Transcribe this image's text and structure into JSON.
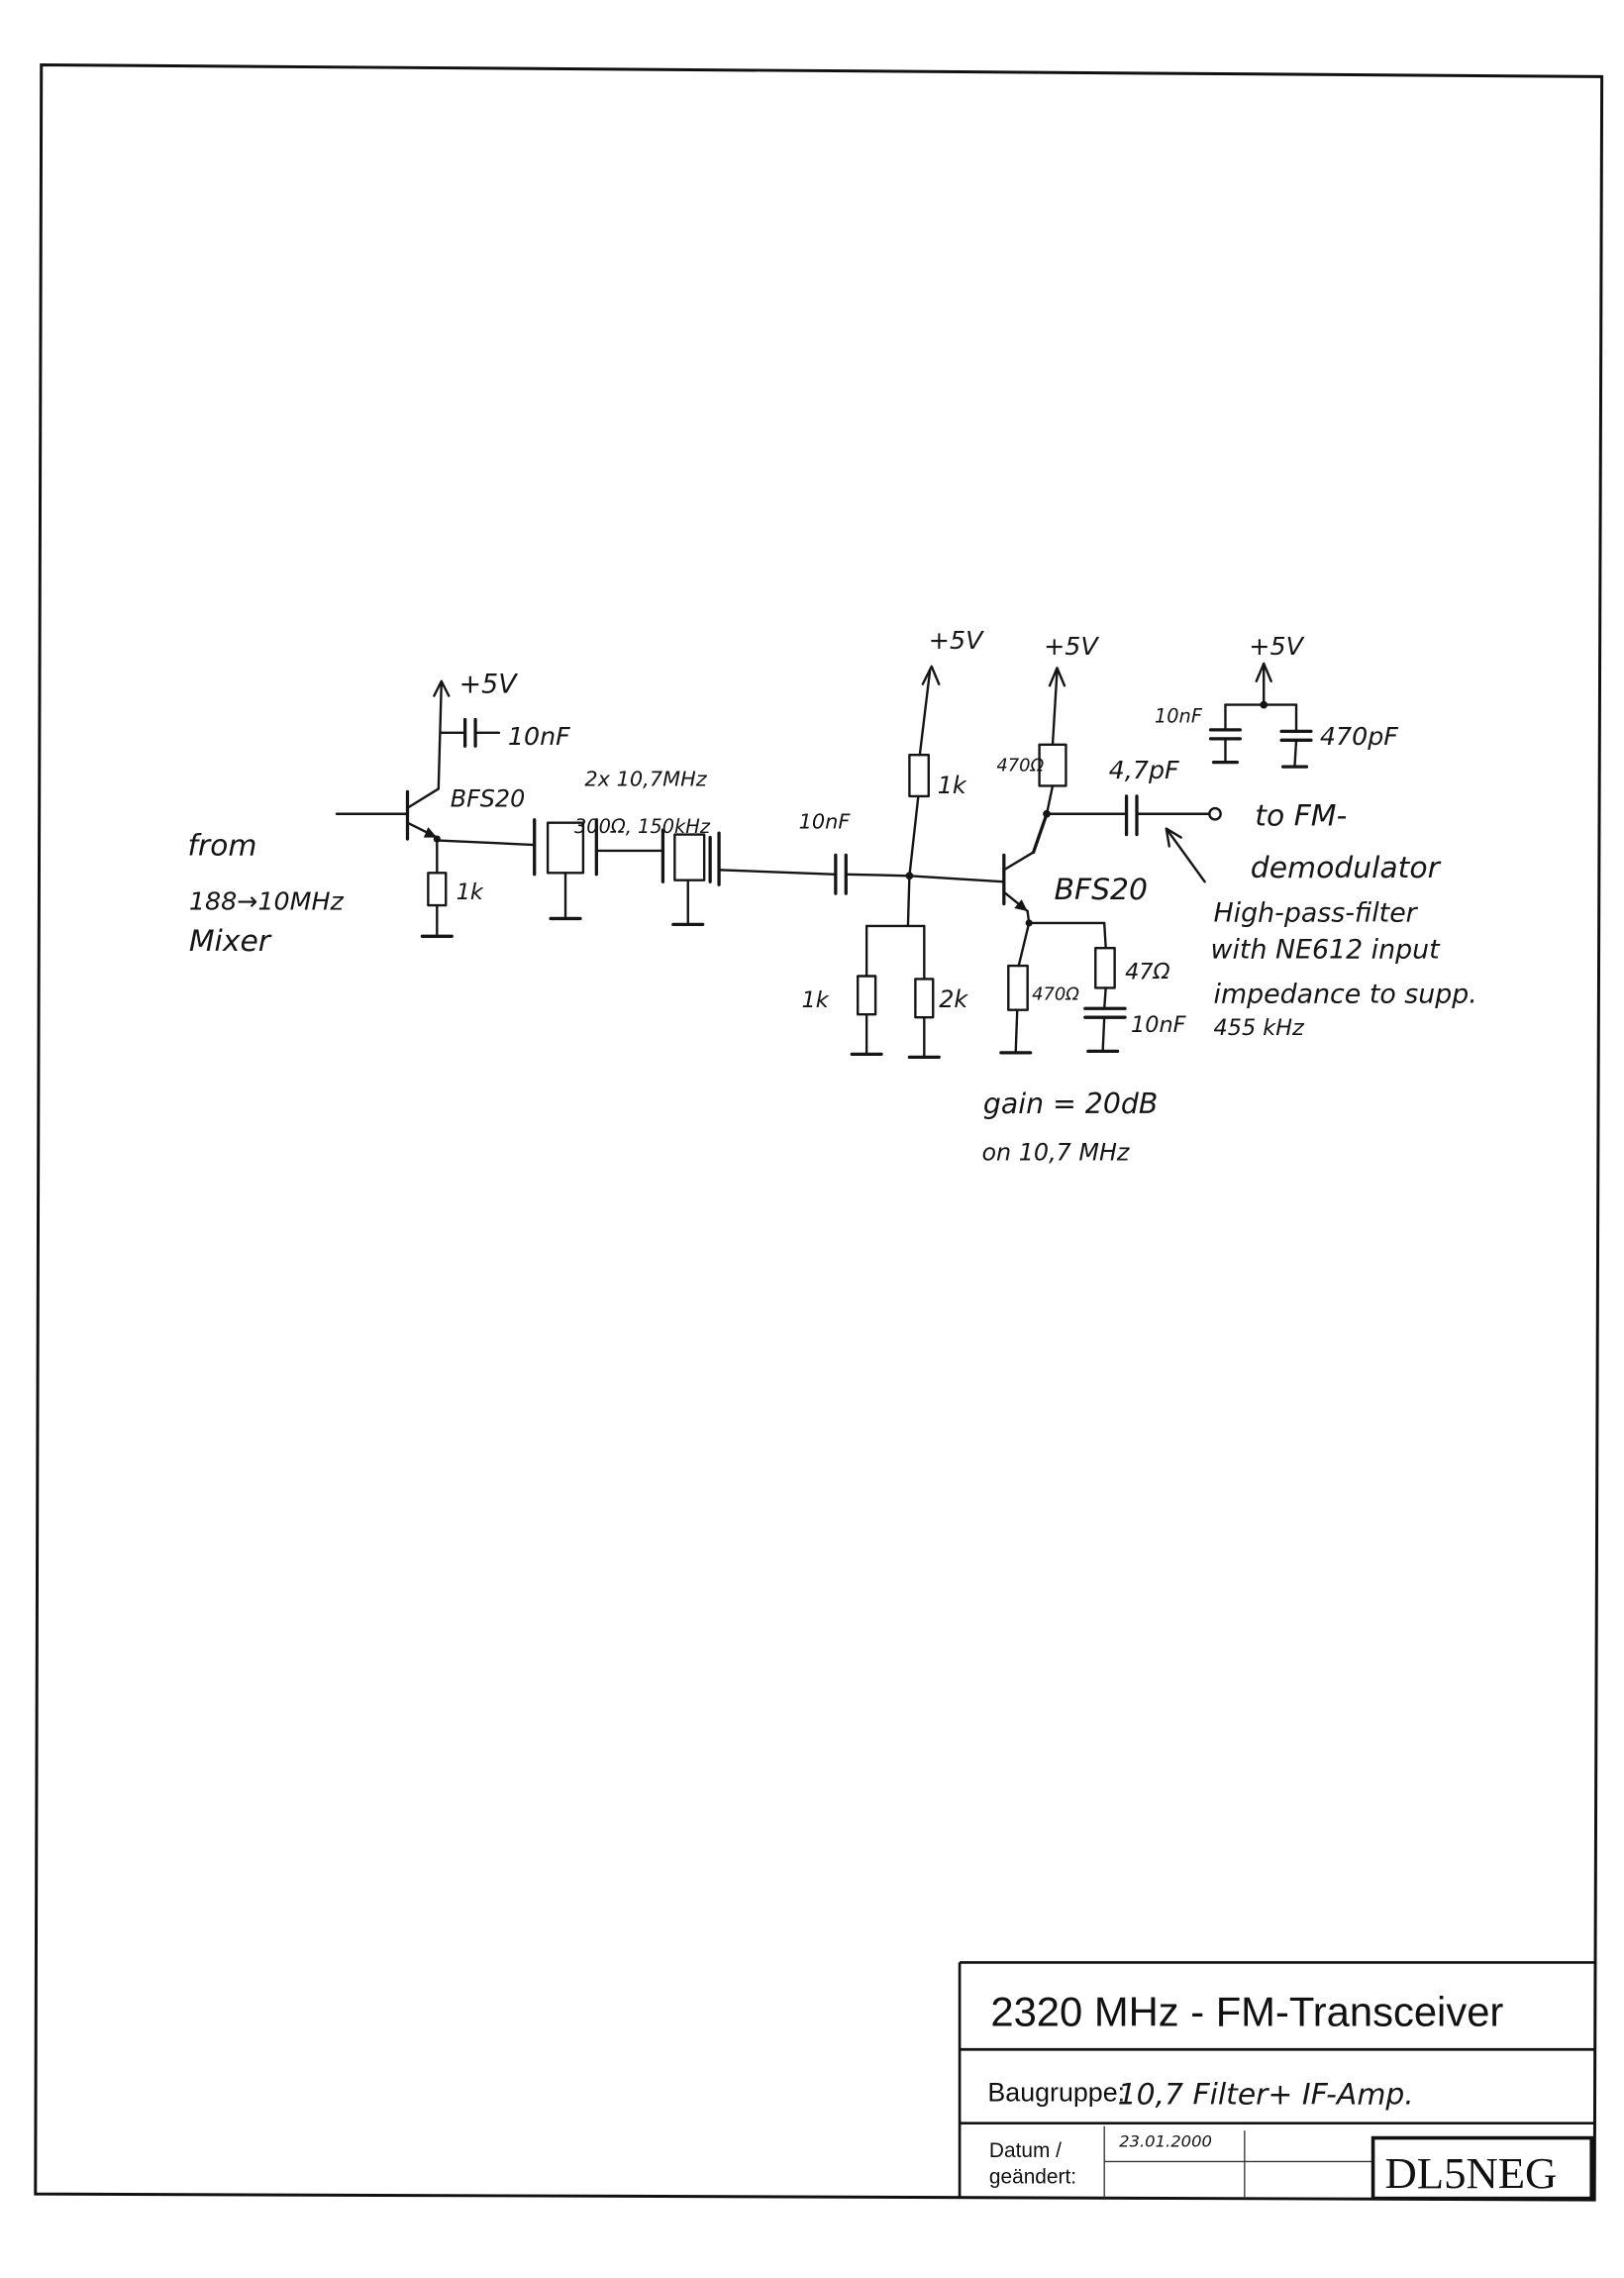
{
  "sheet": {
    "title": "2320 MHz - FM-Transceiver",
    "assembly_label": "Baugruppe:",
    "assembly_value": "10,7 Filter+ IF-Amp.",
    "date_label_line1": "Datum /",
    "date_label_line2": "geändert:",
    "date": "23.01.2000",
    "author": "DL5NEG"
  },
  "schematic": {
    "input": {
      "line1": "from",
      "line2": "188→10MHz",
      "line3": "Mixer"
    },
    "q1": {
      "type": "BFS20",
      "supply": "+5V",
      "decoupling_cap": "10nF",
      "emitter_resistor": "1k"
    },
    "crystal_filters": {
      "line1": "2x 10,7MHz",
      "line2": "300Ω, 150kHz"
    },
    "coupling_cap": "10nF",
    "bias": {
      "supply": "+5V",
      "upper_resistor": "1k",
      "lower_resistor_left": "1k",
      "lower_resistor_right": "2k"
    },
    "q2": {
      "type": "BFS20",
      "supply": "+5V",
      "collector_resistor": "470Ω",
      "emitter_resistor": "470Ω",
      "emitter_ac_resistor": "47Ω",
      "emitter_cap": "10nF"
    },
    "output": {
      "cap": "4,7pF",
      "line1": "to FM-",
      "line2": "demodulator"
    },
    "supply_decoupling": {
      "supply": "+5V",
      "cap_left": "10nF",
      "cap_right": "470pF"
    },
    "note": {
      "line1": "High-pass-filter",
      "line2": "with NE612 input",
      "line3": "impedance to supp.",
      "line4": "455 kHz"
    },
    "gain": {
      "line1": "gain = 20dB",
      "line2": "on 10,7 MHz"
    }
  }
}
